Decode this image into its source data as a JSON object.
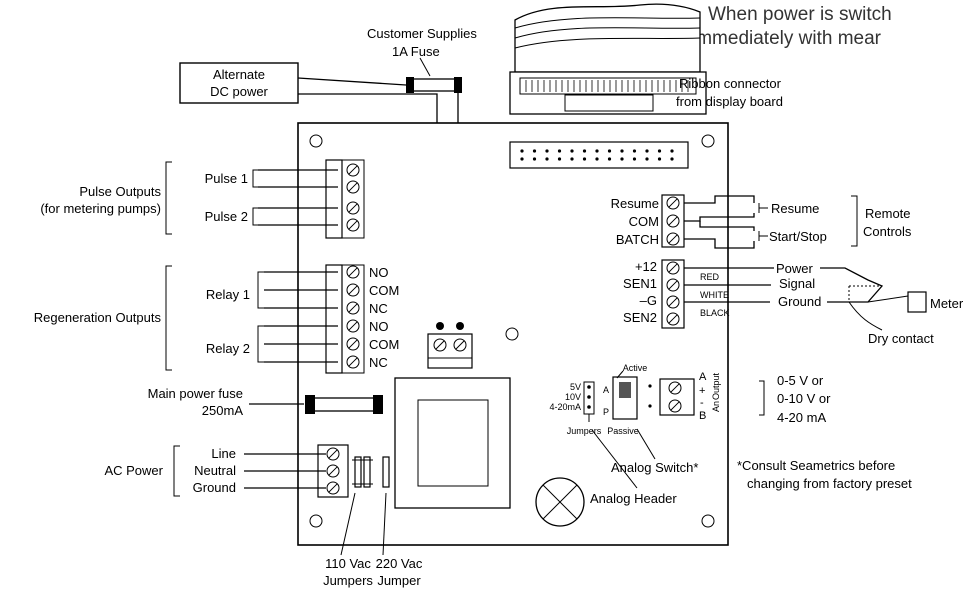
{
  "header_text": [
    "When power is switch",
    "immediately with mear"
  ],
  "fuse_note": [
    "Customer Supplies",
    "1A Fuse"
  ],
  "alt_dc": [
    "Alternate",
    "DC power"
  ],
  "ribbon": [
    "Ribbon connector",
    "from display board"
  ],
  "pulse": {
    "group": [
      "Pulse Outputs",
      "(for metering pumps)"
    ],
    "p1": "Pulse 1",
    "p2": "Pulse 2"
  },
  "regen": {
    "group": "Regeneration Outputs",
    "r1": "Relay 1",
    "r2": "Relay 2",
    "terms": [
      "NO",
      "COM",
      "NC",
      "NO",
      "COM",
      "NC"
    ]
  },
  "main_fuse": [
    "Main power fuse",
    "250mA"
  ],
  "ac": {
    "group": "AC Power",
    "lines": [
      "Line",
      "Neutral",
      "Ground"
    ]
  },
  "jumpers_110": [
    "110 Vac",
    "Jumpers"
  ],
  "jumpers_220": [
    "220 Vac",
    "Jumper"
  ],
  "remote": {
    "terms": [
      "Resume",
      "COM",
      "BATCH"
    ],
    "resume": "Resume",
    "startstop": "Start/Stop",
    "group": [
      "Remote",
      "Controls"
    ]
  },
  "sensor": {
    "terms": [
      "+12",
      "SEN1",
      "–G",
      "SEN2"
    ],
    "colors": [
      "RED",
      "WHITE",
      "BLACK"
    ],
    "power": "Power",
    "signal": "Signal",
    "ground": "Ground",
    "meter": "Meter",
    "dry": "Dry contact"
  },
  "analog": {
    "header_opts": [
      "5V",
      "10V",
      "4-20mA"
    ],
    "jumpers": "Jumpers",
    "active": "Active",
    "passive": "Passive",
    "a": "A",
    "p": "P",
    "out": [
      "A",
      "+",
      "-",
      "B"
    ],
    "out_vert": [
      "Output",
      "An"
    ],
    "range": [
      "0-5 V or",
      "0-10 V or",
      "4-20 mA"
    ],
    "switch_label": "Analog Switch*",
    "header_label": "Analog Header",
    "note": [
      "*Consult Seametrics before",
      "changing from factory preset"
    ]
  }
}
